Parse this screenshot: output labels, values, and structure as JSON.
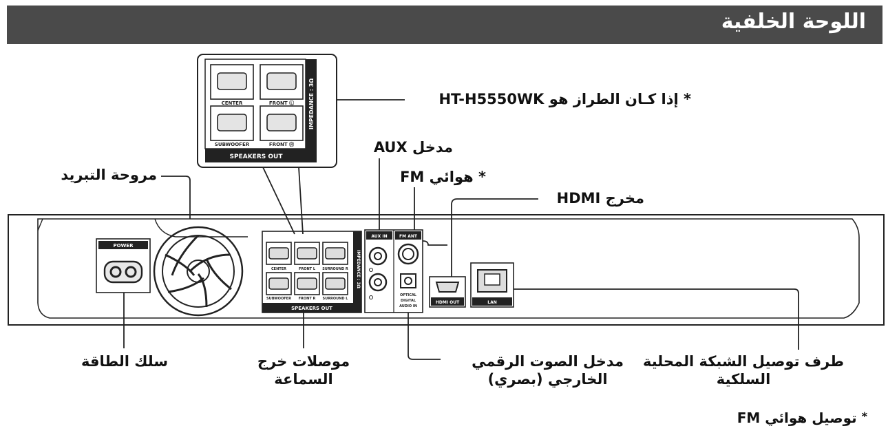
{
  "header": {
    "title": "اللوحة الخلفية"
  },
  "labels": {
    "model_note": "* إذا كـان الطراز هو HT-H5550WK",
    "aux_in": "مدخل AUX",
    "fm_antenna": "* هوائي FM",
    "cooling_fan": "مروحة التبريد",
    "hdmi_out": "مخرج HDMI",
    "power_cord": "سلك الطاقة",
    "speaker_out_line1": "موصلات خرج",
    "speaker_out_line2": "السماعة",
    "optical_line1": "مدخل الصوت الرقمي",
    "optical_line2": "الخارجي (بصري)",
    "lan_line1": "طرف توصيل الشبكة المحلية",
    "lan_line2": "السلكية",
    "footnote": "توصيل هوائي FM",
    "footnote_star": "*"
  },
  "panel_text": {
    "power": "POWER",
    "aux_in": "AUX IN",
    "fm_ant": "FM ANT",
    "optical_1": "OPTICAL",
    "optical_2": "DIGITAL",
    "optical_3": "AUDIO IN",
    "hdmi_out": "HDMI OUT",
    "lan": "LAN",
    "speakers_out": "SPEAKERS OUT",
    "impedance_small": "IMPEDANCE : 3Ω",
    "center": "CENTER",
    "front_l": "FRONT L",
    "surround_r": "SURROUND R",
    "subwoofer": "SUBWOOFER",
    "front_r": "FRONT R",
    "surround_l": "SURROUND L"
  },
  "inset_text": {
    "impedance": "IMPEDANCE : 3Ω",
    "center": "CENTER",
    "front_l": "FRONT Ⓛ",
    "subwoofer": "SUBWOOFER",
    "front_r": "FRONT Ⓡ",
    "speakers_out": "SPEAKERS OUT"
  }
}
